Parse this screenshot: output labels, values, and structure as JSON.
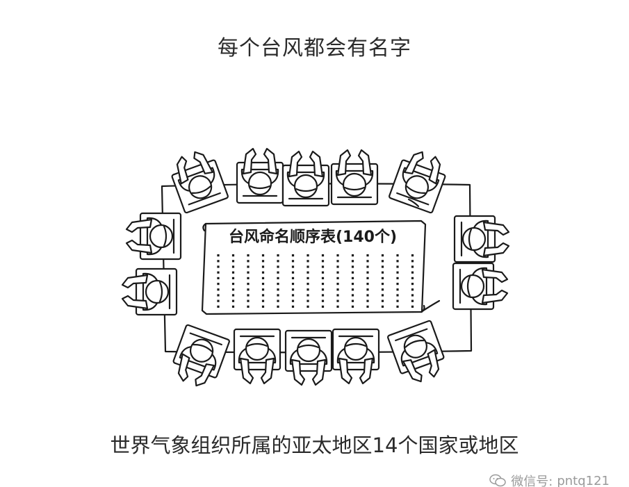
{
  "title": "每个台风都会有名字",
  "scroll": {
    "heading": "台风命名顺序表(140个)",
    "columns": 14,
    "rows": 10
  },
  "caption": "世界气象组织所属的亚太地区14个国家或地区",
  "watermark": {
    "prefix": "微信号:",
    "account": "pntq121",
    "icon": "wechat-icon"
  },
  "colors": {
    "ink": "#1a1a1a",
    "text": "#2a2a2a",
    "watermark": "#9a9a9a"
  }
}
